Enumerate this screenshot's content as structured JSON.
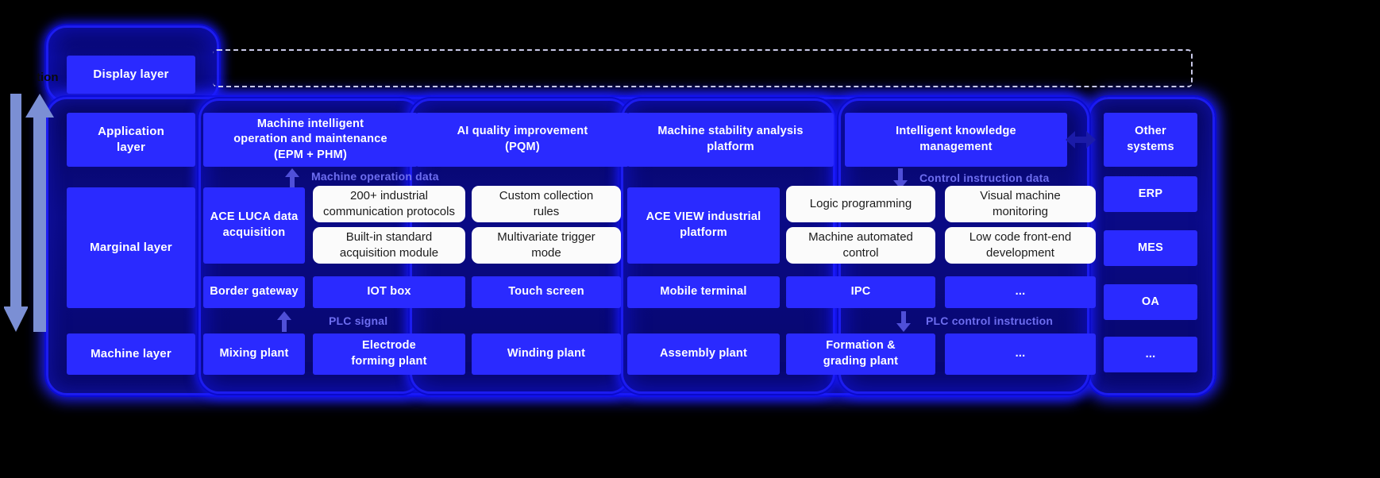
{
  "diagram": {
    "title_partial_left": "tion",
    "layers": [
      {
        "key": "display",
        "label": "Display layer"
      },
      {
        "key": "application",
        "label": "Application\nlayer"
      },
      {
        "key": "marginal",
        "label": "Marginal layer"
      },
      {
        "key": "machine",
        "label": "Machine layer"
      }
    ],
    "application_row": [
      "Machine intelligent\noperation and maintenance\n(EPM + PHM)",
      "AI quality improvement\n(PQM)",
      "Machine stability analysis\nplatform",
      "Intelligent knowledge\nmanagement"
    ],
    "marginal_left_platform": "ACE LUCA data\nacquisition",
    "marginal_left_cards": [
      "200+ industrial\ncommunication protocols",
      "Custom collection\nrules",
      "Built-in standard\nacquisition module",
      "Multivariate trigger\nmode"
    ],
    "marginal_right_platform": "ACE VIEW industrial\nplatform",
    "marginal_right_cards": [
      "Logic programming",
      "Visual machine\nmonitoring",
      "Machine automated\ncontrol",
      "Low code front-end\ndevelopment"
    ],
    "device_row": [
      "Border gateway",
      "IOT box",
      "Touch screen",
      "Mobile terminal",
      "IPC",
      "..."
    ],
    "machine_row": [
      "Mixing plant",
      "Electrode\nforming plant",
      "Winding plant",
      "Assembly plant",
      "Formation &\ngrading plant",
      "..."
    ],
    "right_column": [
      "Other\nsystems",
      "ERP",
      "MES",
      "OA",
      "..."
    ],
    "annotations": [
      "Machine operation data",
      "Control instruction data",
      "PLC signal",
      "PLC control instruction"
    ],
    "colors": {
      "background": "#000000",
      "cell_blue": "#2a2aff",
      "panel_blue": "#1c1cf0",
      "card_white": "#fbfbfb",
      "annotation_purple": "#6d6df0",
      "arrow_periwinkle": "#7b8fd4"
    }
  }
}
